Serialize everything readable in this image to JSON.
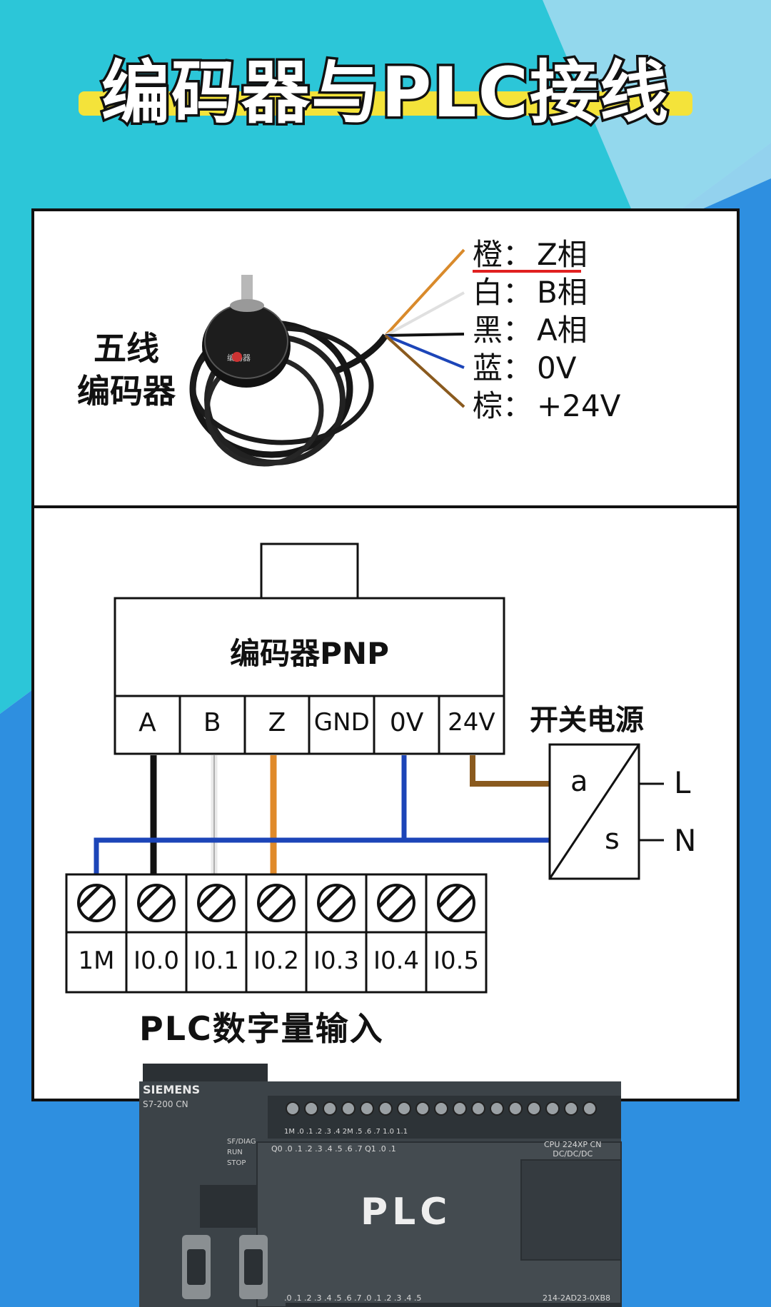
{
  "title": "编码器与PLC接线",
  "encoder_label": [
    "五线",
    "编码器"
  ],
  "encoder_body_text": "编码器",
  "wires": [
    {
      "name": "橙",
      "sep": "：",
      "signal": "Z相",
      "color": "#d98a2b",
      "underlined": true
    },
    {
      "name": "白",
      "sep": "：",
      "signal": "B相",
      "color": "#e6e6e6"
    },
    {
      "name": "黑",
      "sep": "：",
      "signal": "A相",
      "color": "#111111"
    },
    {
      "name": "蓝",
      "sep": "：",
      "signal": "0V",
      "color": "#1c45b8"
    },
    {
      "name": "棕",
      "sep": "：",
      "signal": "+24V",
      "color": "#8a5a1e"
    }
  ],
  "encoder_box": {
    "label": "编码器PNP",
    "terminals": [
      "A",
      "B",
      "Z",
      "GND",
      "0V",
      "24V"
    ]
  },
  "power_supply": {
    "label": "开关电源",
    "inner_a": "a",
    "inner_s": "s",
    "out_l": "L",
    "out_n": "N"
  },
  "plc_terminals": [
    "1M",
    "I0.0",
    "I0.1",
    "I0.2",
    "I0.3",
    "I0.4",
    "I0.5"
  ],
  "plc_input_label": "PLC数字量输入",
  "plc": {
    "brand": "SIEMENS",
    "model": "S7-200 CN",
    "status": [
      "SF/DIAG",
      "RUN",
      "STOP"
    ],
    "cpu": [
      "CPU 224XP CN",
      "DC/DC/DC"
    ],
    "center_label": "PLC",
    "order_no": "214-2AD23-0XB8",
    "io_top": "1M .0 .1 .2 .3 .4 2M .5 .6 .7 1.0 1.1",
    "io_q": "Q0 .0 .1 .2 .3 .4 .5 .6 .7   Q1 .0 .1",
    "io_bottom": ".0 .1 .2 .3 .4 .5 .6 .7   .0 .1 .2 .3 .4 .5"
  },
  "colors": {
    "bg_cyan": "#2cc6d8",
    "bg_blue": "#2e8fe0",
    "title_bar": "#f4e33a",
    "wire_black": "#111111",
    "wire_white": "#e9e9e9",
    "wire_orange": "#e08a2a",
    "wire_blue": "#1c45b8",
    "wire_brown": "#8a5a1e",
    "plc_gray": "#3c4348",
    "accent_red": "#e02020"
  }
}
